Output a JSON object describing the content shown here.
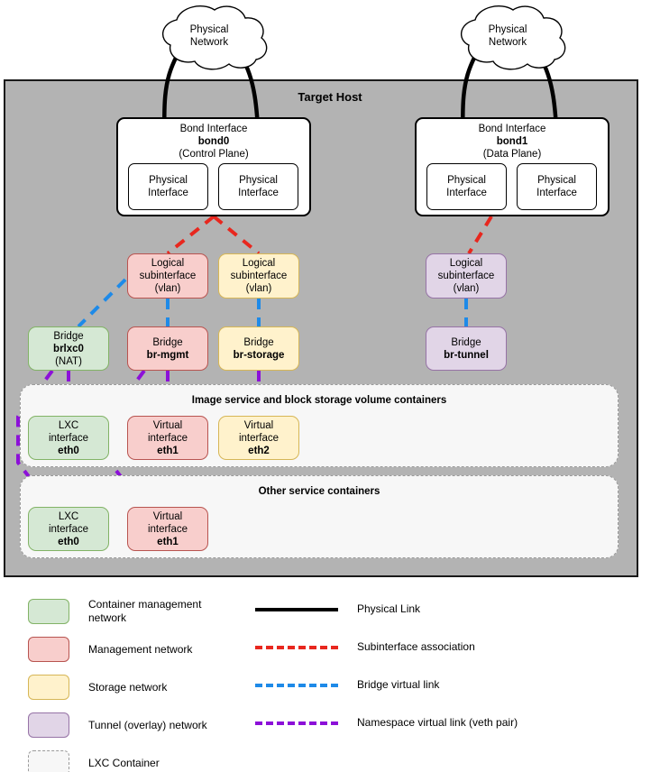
{
  "host": {
    "title": "Target Host"
  },
  "clouds": [
    {
      "name": "cloud-left",
      "label_line1": "Physical",
      "label_line2": "Network"
    },
    {
      "name": "cloud-right",
      "label_line1": "Physical",
      "label_line2": "Network"
    }
  ],
  "bonds": [
    {
      "name": "bond0",
      "title": "Bond Interface",
      "id": "bond0",
      "role": "(Control Plane)",
      "ports": [
        "Physical Interface",
        "Physical Interface"
      ]
    },
    {
      "name": "bond1",
      "title": "Bond Interface",
      "id": "bond1",
      "role": "(Data Plane)",
      "ports": [
        "Physical Interface",
        "Physical Interface"
      ]
    }
  ],
  "port_label": {
    "line1": "Physical",
    "line2": "Interface"
  },
  "subinterfaces": [
    {
      "name": "subif-mgmt",
      "line1": "Logical",
      "line2": "subinterface",
      "line3": "(vlan)",
      "color": "pink"
    },
    {
      "name": "subif-storage",
      "line1": "Logical",
      "line2": "subinterface",
      "line3": "(vlan)",
      "color": "yellow"
    },
    {
      "name": "subif-tunnel",
      "line1": "Logical",
      "line2": "subinterface",
      "line3": "(vlan)",
      "color": "purple"
    }
  ],
  "bridges": [
    {
      "name": "bridge-brlxc0",
      "title": "Bridge",
      "id": "brlxc0",
      "note": "(NAT)",
      "color": "green"
    },
    {
      "name": "bridge-br-mgmt",
      "title": "Bridge",
      "id": "br-mgmt",
      "note": "",
      "color": "pink"
    },
    {
      "name": "bridge-br-storage",
      "title": "Bridge",
      "id": "br-storage",
      "note": "",
      "color": "yellow"
    },
    {
      "name": "bridge-br-tunnel",
      "title": "Bridge",
      "id": "br-tunnel",
      "note": "",
      "color": "purple"
    }
  ],
  "containers": [
    {
      "name": "panel-image-block",
      "title": "Image service and block storage volume containers",
      "interfaces": [
        {
          "line1": "LXC",
          "line2": "interface",
          "id": "eth0",
          "color": "green"
        },
        {
          "line1": "Virtual",
          "line2": "interface",
          "id": "eth1",
          "color": "pink"
        },
        {
          "line1": "Virtual",
          "line2": "interface",
          "id": "eth2",
          "color": "yellow"
        }
      ]
    },
    {
      "name": "panel-other-services",
      "title": "Other service containers",
      "interfaces": [
        {
          "line1": "LXC",
          "line2": "interface",
          "id": "eth0",
          "color": "green"
        },
        {
          "line1": "Virtual",
          "line2": "interface",
          "id": "eth1",
          "color": "pink"
        }
      ]
    }
  ],
  "legend": {
    "swatches": [
      {
        "name": "legend-container-management-network",
        "label": "Container management network",
        "fill": "#d5e8d4",
        "stroke": "#82b366"
      },
      {
        "name": "legend-management-network",
        "label": "Management network",
        "fill": "#f8cecc",
        "stroke": "#b85450"
      },
      {
        "name": "legend-storage-network",
        "label": "Storage network",
        "fill": "#fff2cc",
        "stroke": "#d6b656"
      },
      {
        "name": "legend-tunnel-overlay-network",
        "label": "Tunnel (overlay) network",
        "fill": "#e1d5e7",
        "stroke": "#9673a6"
      },
      {
        "name": "legend-lxc-container",
        "label": "LXC Container",
        "fill": "#f7f7f7",
        "stroke": "#9a9a9a"
      }
    ],
    "lines": [
      {
        "name": "legend-physical-link",
        "label": "Physical Link",
        "color": "#000000",
        "style": "solid"
      },
      {
        "name": "legend-subinterface-assoc",
        "label": "Subinterface association",
        "color": "#e8271e",
        "style": "dashed"
      },
      {
        "name": "legend-bridge-virtual-link",
        "label": "Bridge virtual link",
        "color": "#1e8ae8",
        "style": "dashed"
      },
      {
        "name": "legend-namespace-virtual-link",
        "label": "Namespace virtual link (veth pair)",
        "color": "#8c10d8",
        "style": "dashed"
      }
    ]
  },
  "colors": {
    "host_fill": "#b3b3b3",
    "physical_link": "#000000",
    "subinterface_link": "#e8271e",
    "bridge_link": "#1e8ae8",
    "veth_link": "#8c10d8"
  }
}
